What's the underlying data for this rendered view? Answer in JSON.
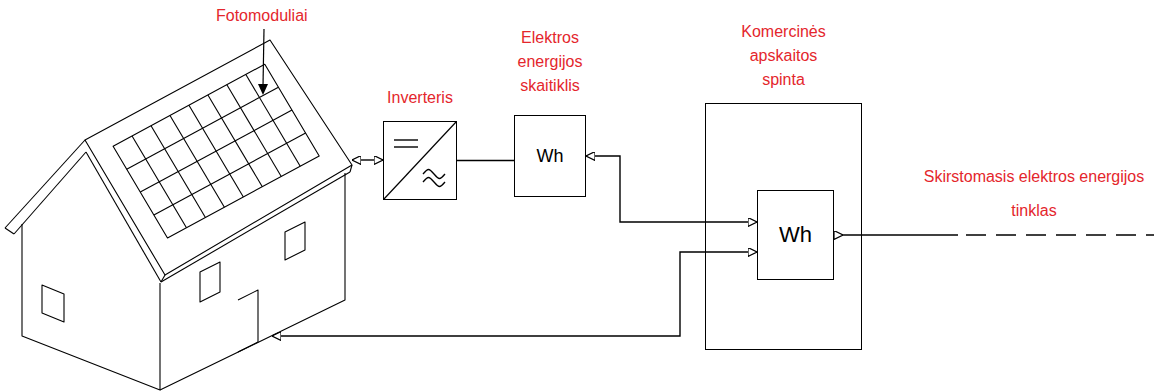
{
  "diagram": {
    "nodes": [
      {
        "text": [
          "Fotomoduliai"
        ]
      },
      {
        "text": [
          "Inverteris"
        ]
      },
      {
        "text": [
          "Elektros energijos skaitiklis",
          "Wh"
        ]
      },
      {
        "text": [
          "Komercinės apskaitos spinta"
        ]
      },
      {
        "text": [
          "Wh"
        ],
        "in": 3
      }
    ],
    "edges": [
      {
        "from": 0,
        "to": 1,
        "arrow": "both"
      },
      {
        "from": 1,
        "to": 2,
        "arrow": "none"
      },
      {
        "from": 2,
        "to": 4,
        "arrow": "both"
      },
      {
        "from": 4,
        "to": 0,
        "arrow": "both"
      }
    ],
    "labels": [
      "Skirstomasis elektros energijos tinklas"
    ]
  }
}
